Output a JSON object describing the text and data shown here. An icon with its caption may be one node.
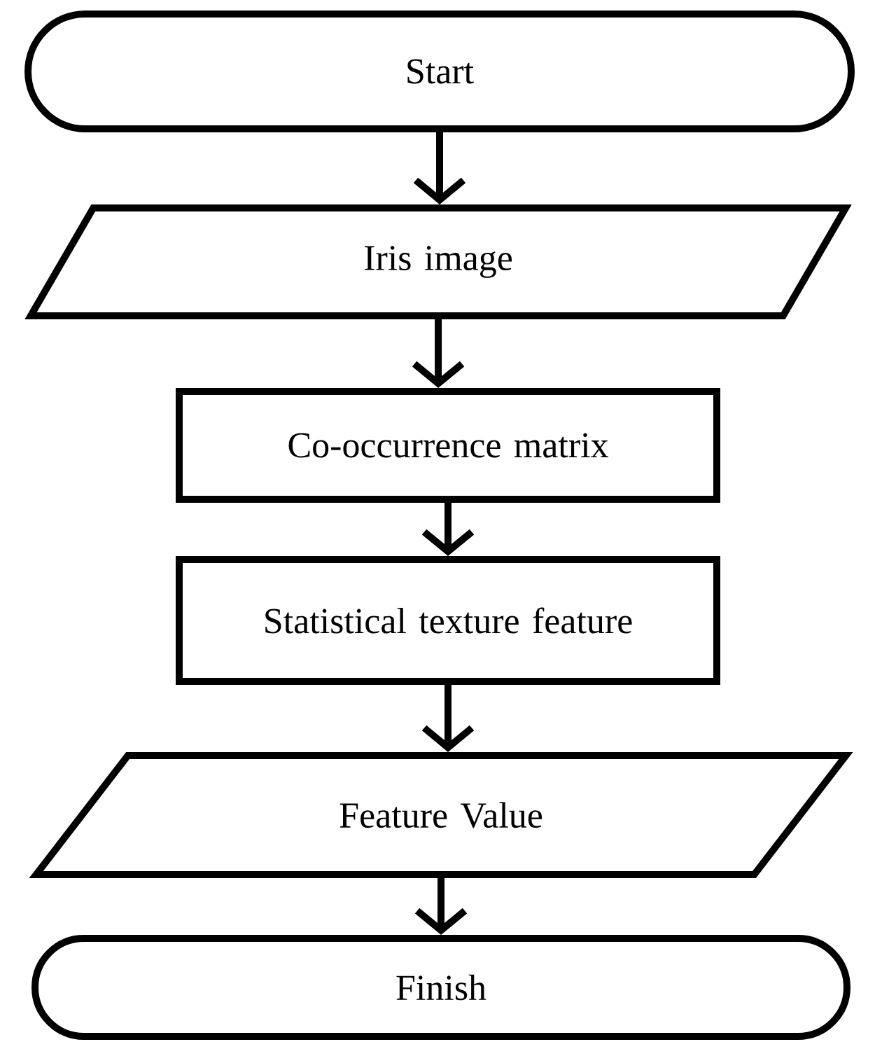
{
  "diagram": {
    "nodes": [
      {
        "text": [
          "Start"
        ]
      },
      {
        "text": [
          "Iris image"
        ]
      },
      {
        "text": [
          "Co-occurrence matrix"
        ]
      },
      {
        "text": [
          "Statistical texture feature"
        ]
      },
      {
        "text": [
          "Feature Value"
        ]
      },
      {
        "text": [
          "Finish"
        ]
      }
    ],
    "edges": [
      {
        "from": 0,
        "to": 1,
        "arrow": "to"
      },
      {
        "from": 1,
        "to": 2,
        "arrow": "to"
      },
      {
        "from": 2,
        "to": 3,
        "arrow": "to"
      },
      {
        "from": 3,
        "to": 4,
        "arrow": "to"
      },
      {
        "from": 4,
        "to": 5,
        "arrow": "to"
      }
    ]
  }
}
